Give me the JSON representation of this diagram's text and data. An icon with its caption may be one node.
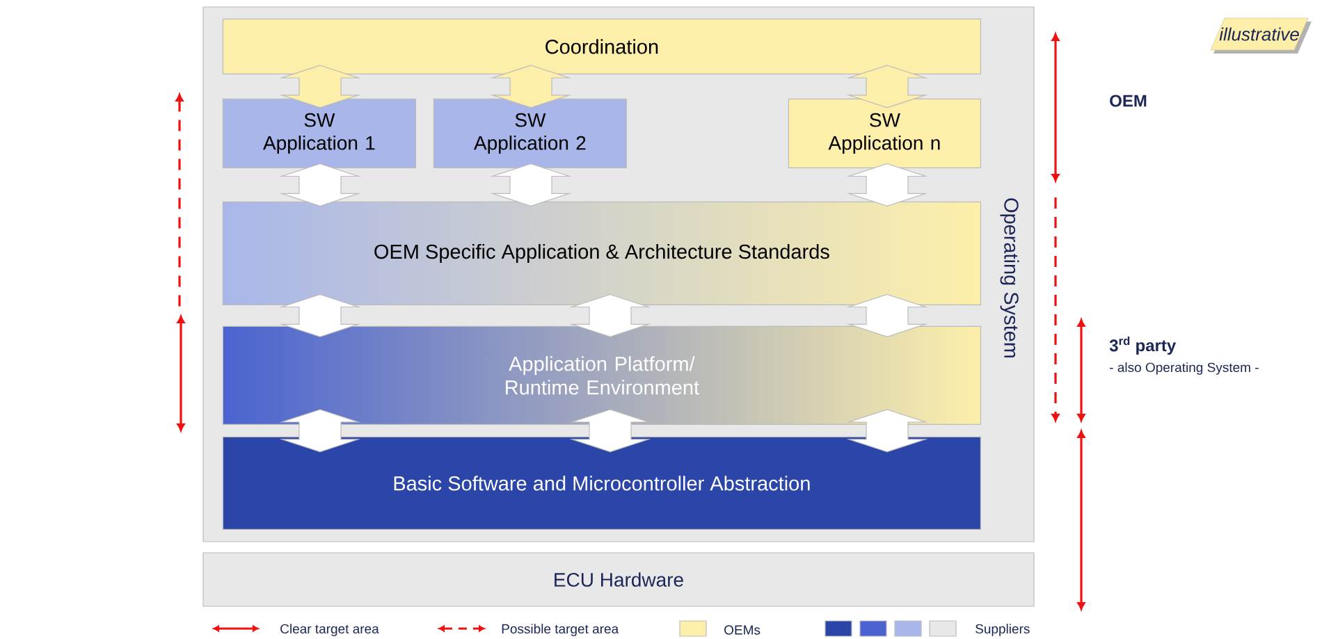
{
  "diagram": {
    "nodes": [
      {
        "text": [
          "Operating System"
        ]
      },
      {
        "text": [
          "Coordination"
        ],
        "in": 0
      },
      {
        "text": [
          "SW Application 1"
        ],
        "in": 0
      },
      {
        "text": [
          "SW Application 2"
        ],
        "in": 0
      },
      {
        "text": [
          "SW Application n"
        ],
        "in": 0
      },
      {
        "text": [
          "OEM Specific Application & Architecture Standards"
        ],
        "in": 0
      },
      {
        "text": [
          "Application Platform/ Runtime Environment"
        ],
        "in": 0
      },
      {
        "text": [
          "Basic Software and Microcontroller Abstraction"
        ],
        "in": 0
      },
      {
        "text": [
          "ECU Hardware"
        ]
      },
      {
        "text": [
          "illustrative"
        ]
      }
    ],
    "edges": [
      {
        "from": 1,
        "to": 2,
        "arrow": "both",
        "color": "#fdefaa"
      },
      {
        "from": 1,
        "to": 3,
        "arrow": "both",
        "color": "#fdefaa"
      },
      {
        "from": 1,
        "to": 4,
        "arrow": "both",
        "color": "#fdefaa"
      },
      {
        "from": 2,
        "to": 5,
        "arrow": "both"
      },
      {
        "from": 3,
        "to": 5,
        "arrow": "both"
      },
      {
        "from": 4,
        "to": 5,
        "arrow": "both"
      },
      {
        "from": 5,
        "to": 6,
        "arrow": "both"
      },
      {
        "from": 5,
        "to": 6,
        "arrow": "both"
      },
      {
        "from": 5,
        "to": 6,
        "arrow": "both"
      },
      {
        "from": 6,
        "to": 7,
        "arrow": "both"
      },
      {
        "from": 6,
        "to": 7,
        "arrow": "both"
      },
      {
        "from": 6,
        "to": 7,
        "arrow": "both"
      }
    ],
    "labels": [
      "OEM",
      "3$^{rd}$ party",
      "- also Operating System -"
    ],
    "legend": [
      {
        "text": "Clear target area"
      },
      {
        "text": "Possible target area"
      },
      {
        "text": "OEMs",
        "color": "#fdefaa"
      },
      {
        "text": "Suppliers",
        "color": "#2b45a8"
      }
    ]
  }
}
